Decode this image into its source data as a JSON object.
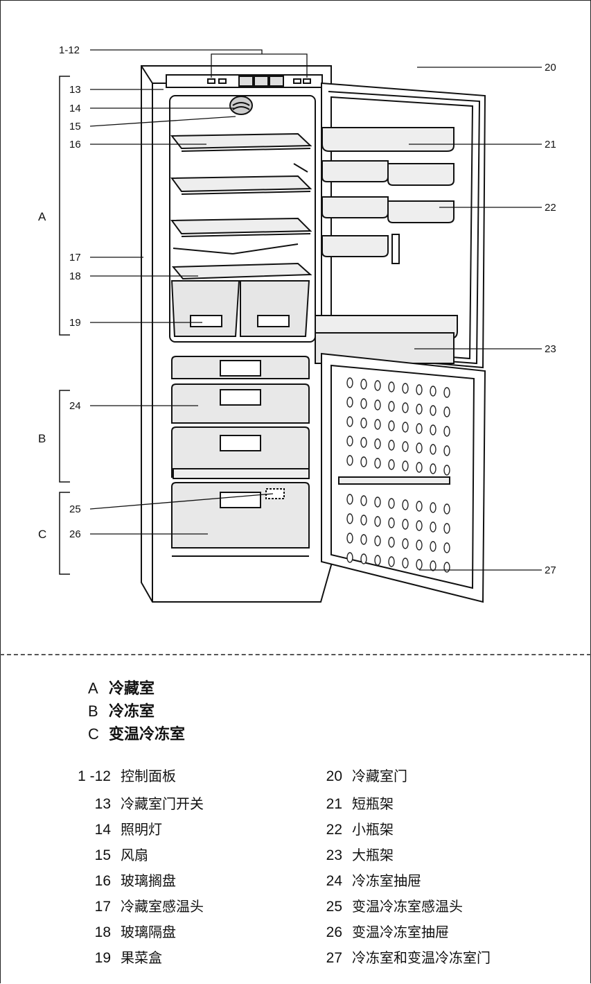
{
  "diagram": {
    "callouts_left": [
      "1-12",
      "13",
      "14",
      "15",
      "16",
      "17",
      "18",
      "19",
      "24",
      "25",
      "26"
    ],
    "callouts_right": [
      "20",
      "21",
      "22",
      "23",
      "27"
    ],
    "sections": [
      "A",
      "B",
      "C"
    ]
  },
  "zones": [
    {
      "letter": "A",
      "name": "冷藏室"
    },
    {
      "letter": "B",
      "name": "冷冻室"
    },
    {
      "letter": "C",
      "name": "变温冷冻室"
    }
  ],
  "parts_left": [
    {
      "num": "1 -12",
      "name": "控制面板"
    },
    {
      "num": "13",
      "name": "冷藏室门开关"
    },
    {
      "num": "14",
      "name": "照明灯"
    },
    {
      "num": "15",
      "name": "风扇"
    },
    {
      "num": "16",
      "name": "玻璃搁盘"
    },
    {
      "num": "17",
      "name": "冷藏室感温头"
    },
    {
      "num": "18",
      "name": "玻璃隔盘"
    },
    {
      "num": "19",
      "name": "果菜盒"
    }
  ],
  "parts_right": [
    {
      "num": "20",
      "name": "冷藏室门"
    },
    {
      "num": "21",
      "name": "短瓶架"
    },
    {
      "num": "22",
      "name": "小瓶架"
    },
    {
      "num": "23",
      "name": "大瓶架"
    },
    {
      "num": "24",
      "name": "冷冻室抽屉"
    },
    {
      "num": "25",
      "name": "变温冷冻室感温头"
    },
    {
      "num": "26",
      "name": "变温冷冻室抽屉"
    },
    {
      "num": "27",
      "name": "冷冻室和变温冷冻室门"
    }
  ]
}
